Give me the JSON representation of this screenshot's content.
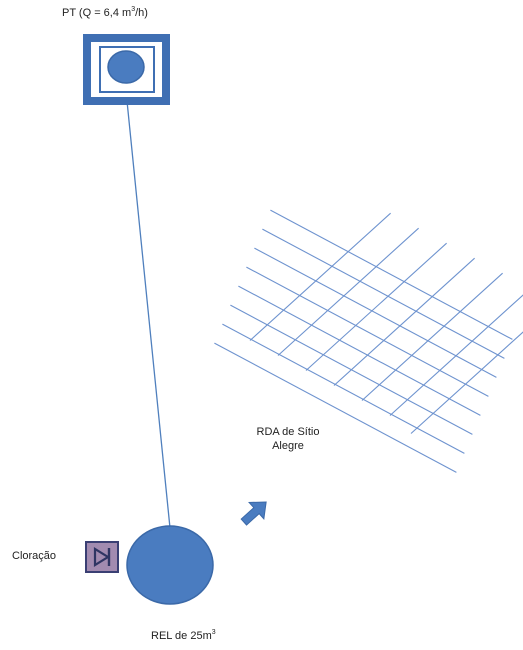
{
  "pt": {
    "label_prefix": "PT (Q = 6,4 m",
    "label_sup": "3",
    "label_suffix": "/h)"
  },
  "rda": {
    "line1": "RDA de Sítio",
    "line2": "Alegre"
  },
  "chlorination": {
    "label": "Cloração"
  },
  "rel": {
    "label_prefix": "REL de 25m",
    "label_sup": "3"
  },
  "colors": {
    "node_fill": "#4a7cc0",
    "node_stroke": "#3b69a8",
    "pipe": "#4f7fbd",
    "grid": "#6e93cf",
    "chlorination_fill": "#a28bb0",
    "chlorination_stroke": "#3a3f73",
    "chlorination_mark": "#2f3563"
  }
}
